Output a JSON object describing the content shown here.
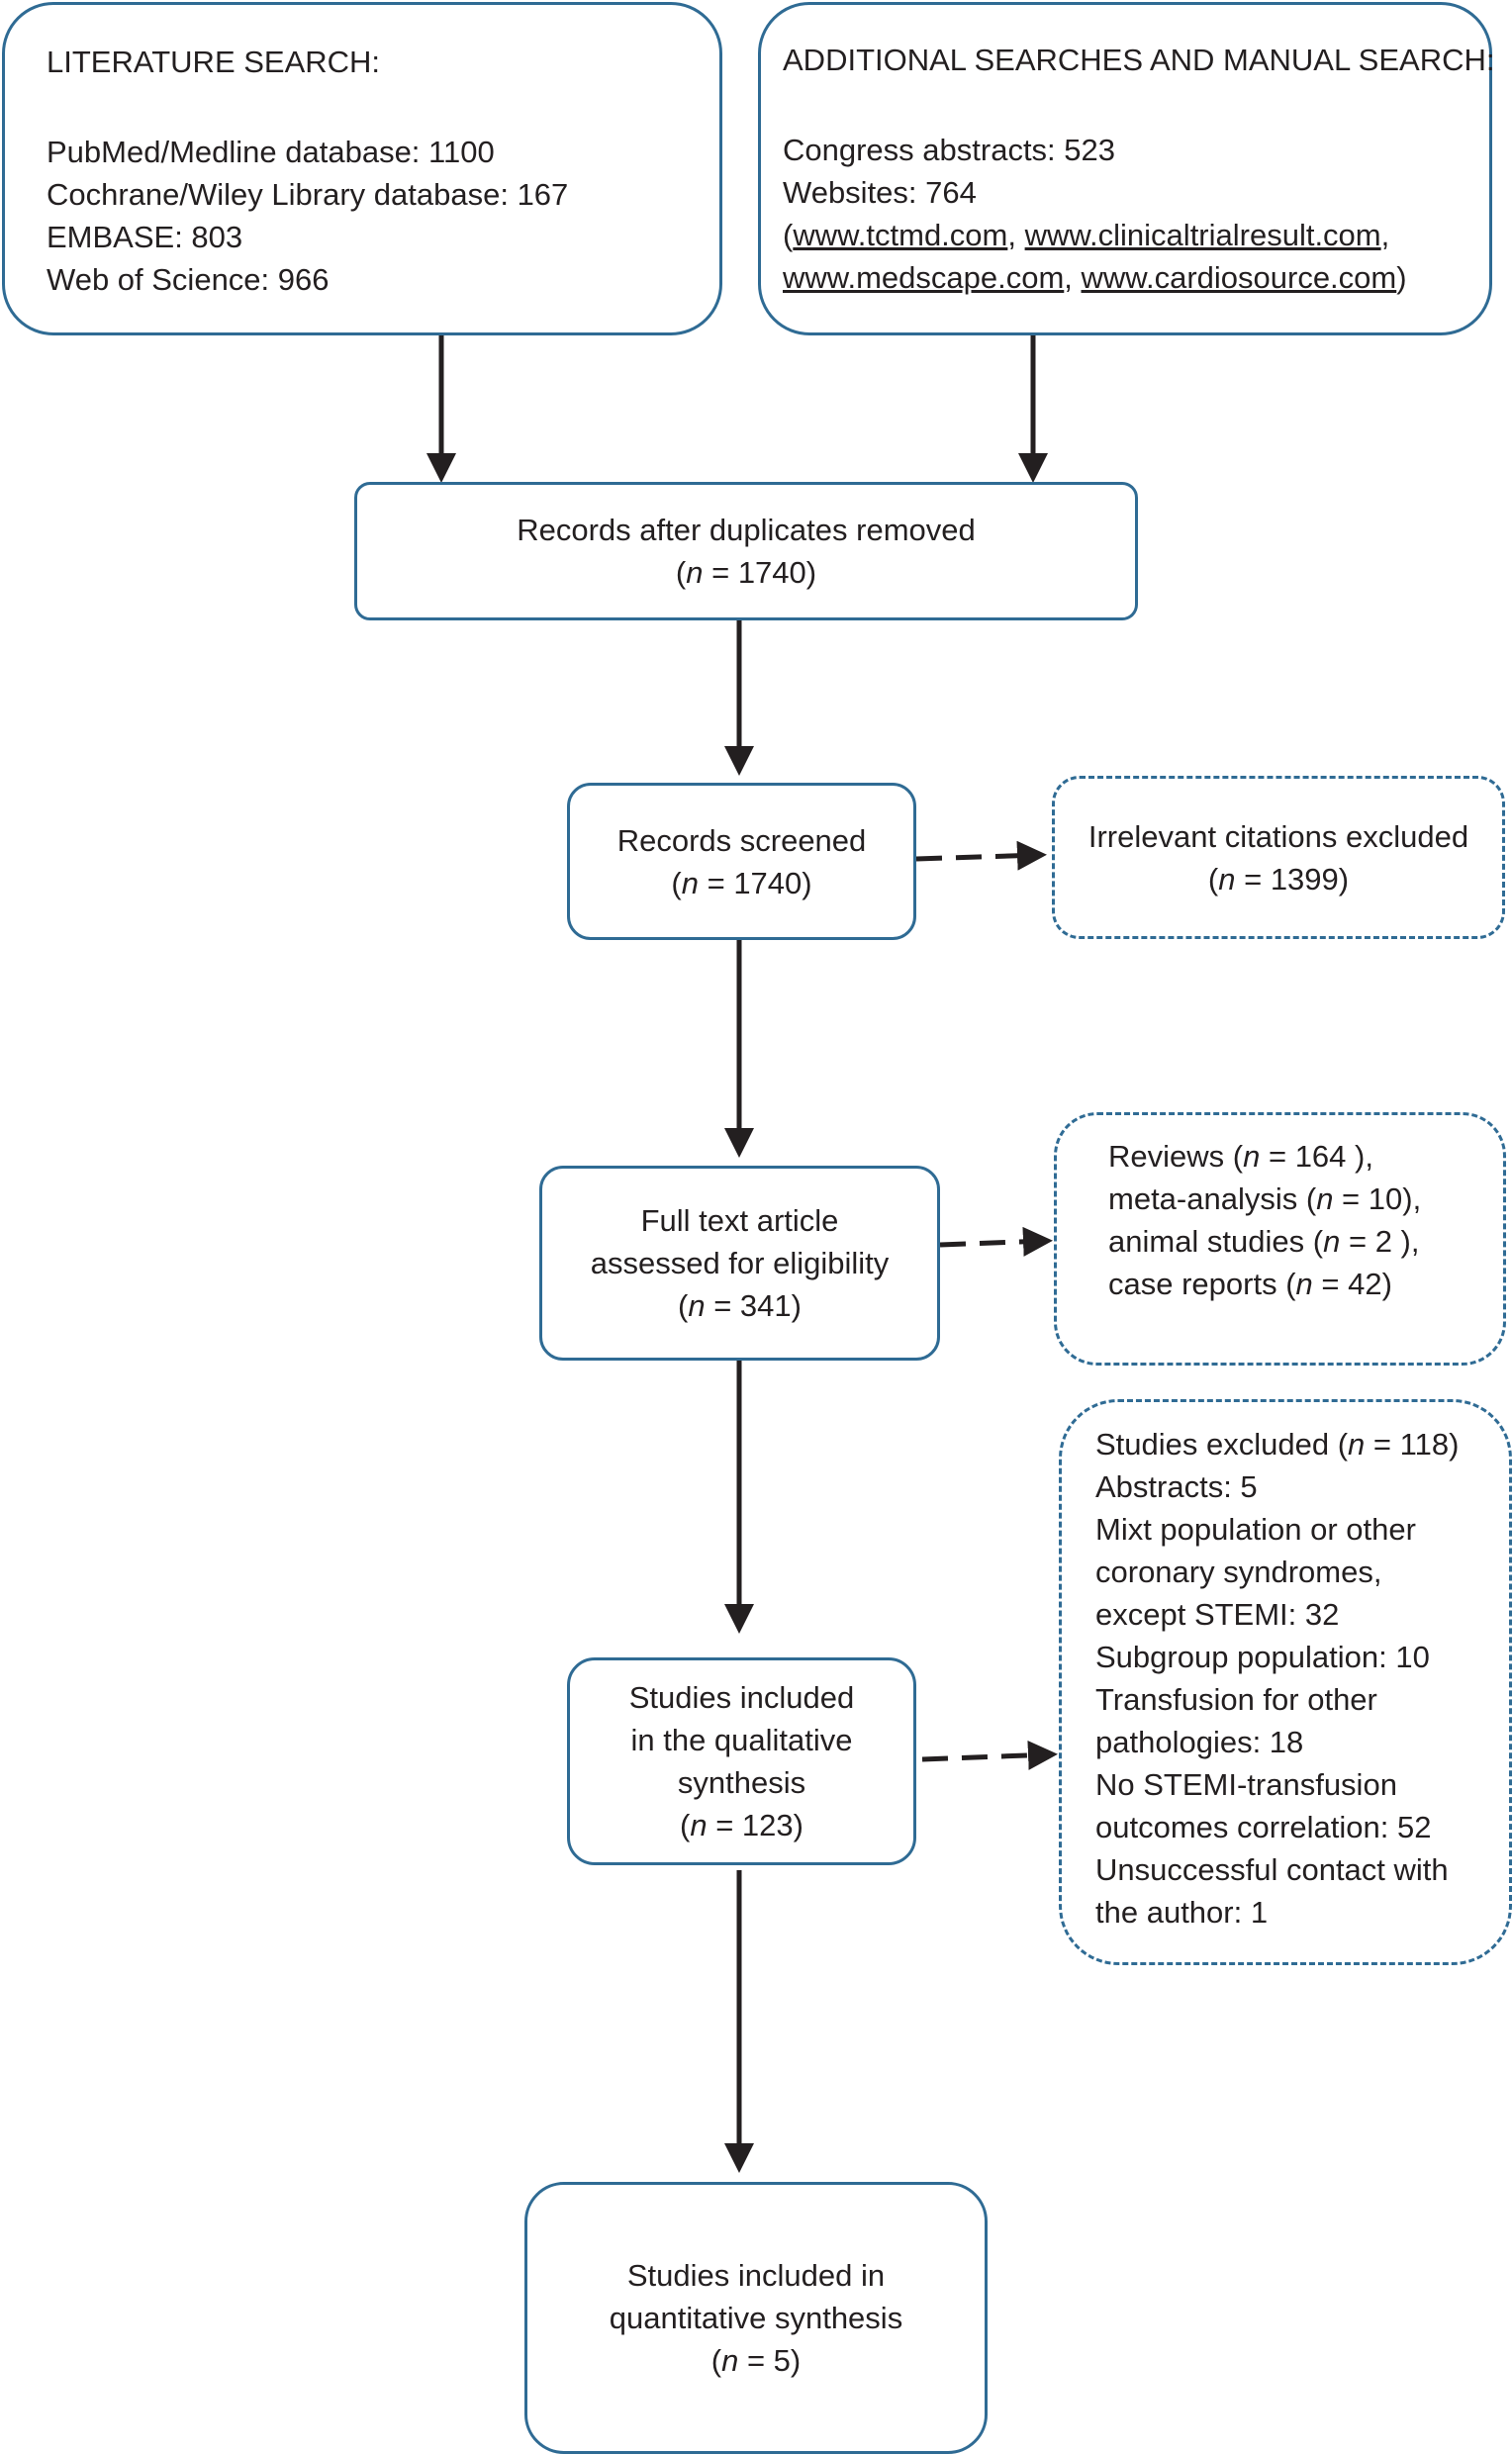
{
  "literature_search": {
    "heading": "LITERATURE SEARCH:",
    "lines": [
      "PubMed/Medline database: 1100",
      "Cochrane/Wiley Library database: 167",
      "EMBASE: 803",
      "Web of Science: 966"
    ]
  },
  "additional_search": {
    "heading": "ADDITIONAL SEARCHES AND MANUAL SEARCH:",
    "congress": "Congress abstracts: 523",
    "websites": "Websites: 764",
    "links": [
      "www.tctmd.com",
      "www.clinicaltrialresult.com",
      "www.medscape.com",
      "www.cardiosource.com"
    ]
  },
  "duplicates_removed": {
    "label": "Records after duplicates removed",
    "n": "1740"
  },
  "records_screened": {
    "label": "Records screened",
    "n": "1740"
  },
  "irrelevant_excluded": {
    "label": "Irrelevant citations excluded",
    "n": "1399"
  },
  "full_text": {
    "line1": "Full text article",
    "line2": "assessed for eligibility",
    "n": "341"
  },
  "excluded_types": {
    "reviews_label": "Reviews",
    "reviews_n": "164",
    "meta_label": "meta-analysis",
    "meta_n": "10",
    "animal_label": "animal studies",
    "animal_n": "2",
    "case_label": "case reports",
    "case_n": "42"
  },
  "qualitative": {
    "line1": "Studies included",
    "line2": "in the qualitative",
    "line3": "synthesis",
    "n": "123"
  },
  "studies_excluded": {
    "label": "Studies excluded",
    "n": "118",
    "lines": [
      "Abstracts: 5",
      "Mixt population or other",
      "coronary syndromes,",
      "except STEMI: 32",
      "Subgroup population: 10",
      "Transfusion for other",
      "pathologies: 18",
      "No STEMI-transfusion",
      "outcomes correlation: 52",
      "Unsuccessful contact with",
      "the author: 1"
    ]
  },
  "quantitative": {
    "line1": "Studies included in",
    "line2": "quantitative synthesis",
    "n": "5"
  },
  "n_symbol": "n",
  "colors": {
    "box_border": "#2f6b94",
    "arrow": "#231f20",
    "text": "#231f20"
  }
}
